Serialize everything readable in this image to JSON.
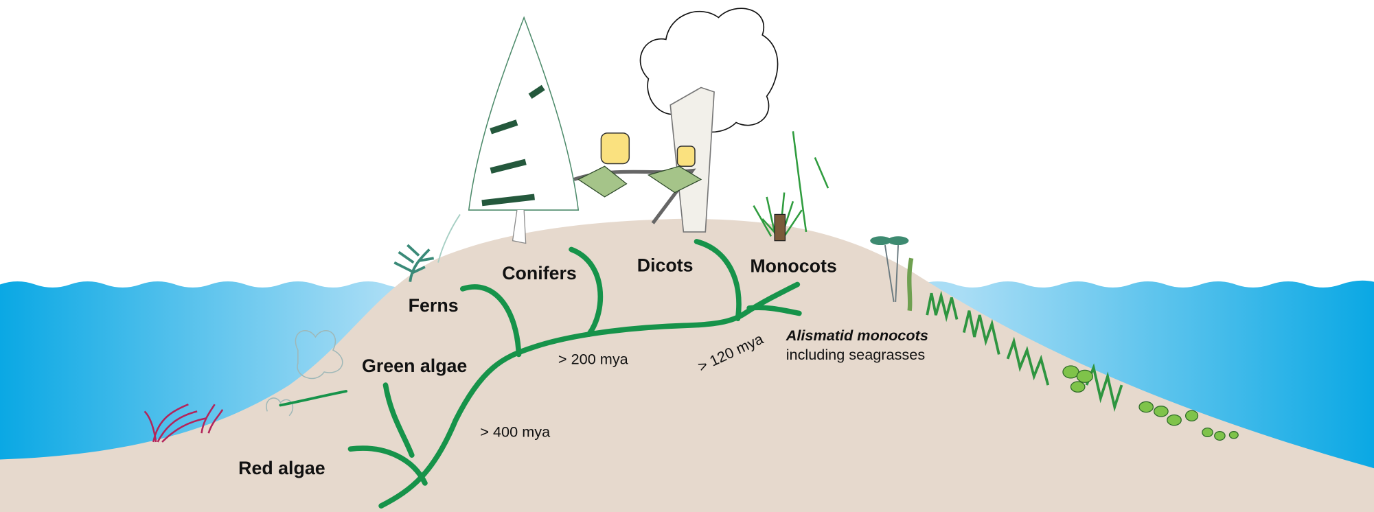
{
  "labels": {
    "red_algae": "Red algae",
    "green_algae": "Green algae",
    "ferns": "Ferns",
    "conifers": "Conifers",
    "dicots": "Dicots",
    "monocots": "Monocots",
    "alismatid": "Alismatid monocots",
    "alismatid_sub": "including seagrasses"
  },
  "ages": {
    "age_400": "> 400 mya",
    "age_200": "> 200 mya",
    "age_120": "> 120 mya"
  },
  "colors": {
    "sand": "#e6d9cd",
    "water_deep": "#0aa8e4",
    "water_light": "#a9ddf5",
    "branch": "#16934a",
    "banksia": "#fae17f"
  }
}
